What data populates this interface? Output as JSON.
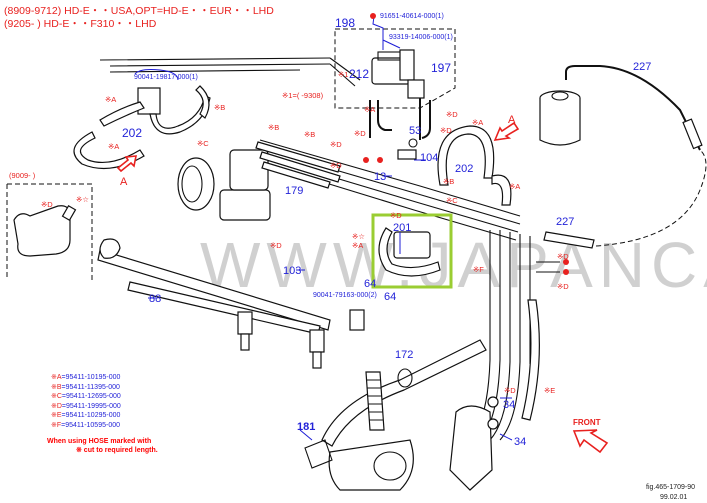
{
  "header": {
    "line1": "(8909-9712) HD-E・・USA,OPT=HD-E・・EUR・・LHD",
    "line2": "(9205-        ) HD-E・・F310・・LHD"
  },
  "callouts": {
    "part_198": "198",
    "part_212": "212",
    "part_212_prefix": "※1",
    "part_197": "197",
    "part_91651": "91651-40614-000(1)",
    "part_93319": "93319-14006-000(1)",
    "part_90041_19817": "90041-19817-000(1)",
    "part_202_left": "202",
    "part_202_right": "202",
    "note_1": "※1=(        -9308)",
    "part_53": "53",
    "part_104": "104",
    "part_13": "13",
    "part_179": "179",
    "part_227_top": "227",
    "part_227_mid": "227",
    "part_201": "201",
    "part_103": "103",
    "part_64_a": "64",
    "part_64_b": "64",
    "part_90041_79163": "90041-79163-000(2)",
    "part_88": "88",
    "part_172": "172",
    "part_181": "181",
    "part_34_a": "34",
    "part_34_b": "34",
    "inset_label": "(9009-        )"
  },
  "hose_marks": {
    "A": "※A",
    "B": "※B",
    "C": "※C",
    "D": "※D",
    "E": "※E",
    "F": "※F",
    "star": "※☆"
  },
  "view_arrows": {
    "arrow_a_label": "A",
    "front_label": "FRONT"
  },
  "legend": {
    "items": [
      {
        "mark": "※A",
        "part": "=95411-10195-000"
      },
      {
        "mark": "※B",
        "part": "=95411-11395-000"
      },
      {
        "mark": "※C",
        "part": "=95411-12695-000"
      },
      {
        "mark": "※D",
        "part": "=95411-19995-000"
      },
      {
        "mark": "※E",
        "part": "=95411-10295-000"
      },
      {
        "mark": "※F",
        "part": "=95411-10595-000"
      }
    ],
    "note_line1": "When using HOSE marked with",
    "note_line2": "※ cut to required length."
  },
  "footer": {
    "diagram_code": "fig.465-1709-90",
    "date": "99.02.01"
  },
  "watermark": {
    "text": "WWW.JAPANCAR.RU"
  },
  "colors": {
    "label_red": "#e8211f",
    "label_blue": "#2323d8",
    "highlight_box": "#9acd32"
  }
}
